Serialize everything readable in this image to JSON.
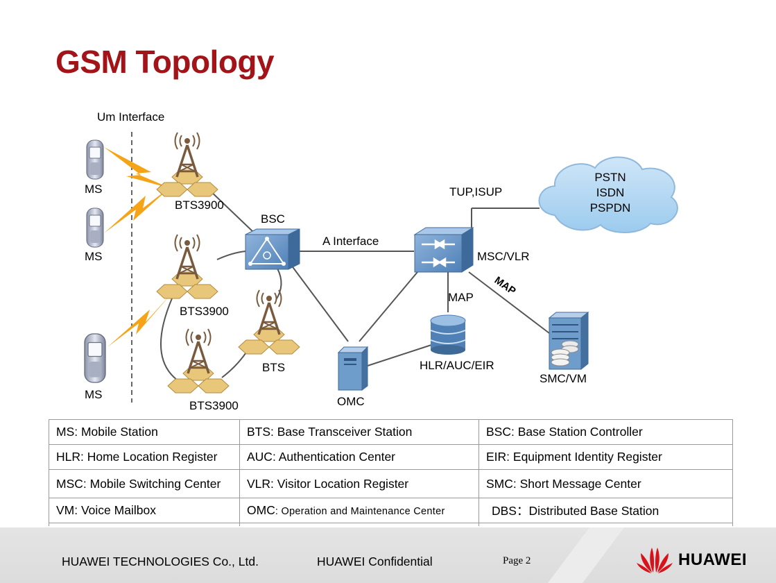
{
  "title": "GSM Topology",
  "diagram": {
    "um_interface": "Um Interface",
    "ms_labels": [
      "MS",
      "MS",
      "MS"
    ],
    "bts3900_labels": [
      "BTS3900",
      "BTS3900",
      "BTS3900"
    ],
    "bts_label": "BTS",
    "bsc_label": "BSC",
    "a_interface": "A Interface",
    "msc_vlr": "MSC/VLR",
    "tup_isup": "TUP,ISUP",
    "map_vertical": "MAP",
    "map_diagonal": "MAP",
    "hlr_auc_eir": "HLR/AUC/EIR",
    "smc_vm": "SMC/VM",
    "omc": "OMC",
    "cloud": [
      "PSTN",
      "ISDN",
      "PSPDN"
    ]
  },
  "legend": {
    "rows": [
      [
        "MS: Mobile Station",
        "BTS: Base Transceiver Station",
        "BSC: Base Station Controller"
      ],
      [
        "HLR: Home Location Register",
        "AUC: Authentication Center",
        "EIR: Equipment Identity Register"
      ],
      [
        "MSC: Mobile Switching Center",
        "VLR: Visitor Location Register",
        "SMC: Short  Message Center"
      ],
      [
        "VM: Voice Mailbox",
        "OMC",
        "DBS：Distributed Base Station"
      ]
    ],
    "omc_description": ": Operation and Maintenance Center"
  },
  "footer": {
    "company": "HUAWEI TECHNOLOGIES Co., Ltd.",
    "confidential": "HUAWEI Confidential",
    "page": "Page  2",
    "brand": "HUAWEI"
  },
  "colors": {
    "title": "#a31418",
    "device_blue": "#6e9ccb",
    "tower_brown": "#7a5a3c",
    "hex_gold": "#e9c77a",
    "lightning": "#f5a417",
    "logo_red": "#d7121a"
  }
}
